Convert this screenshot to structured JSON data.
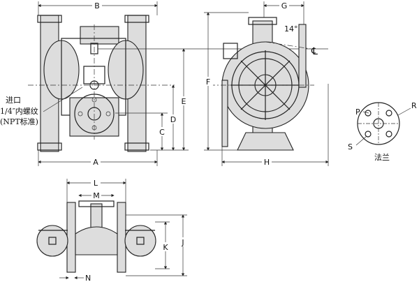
{
  "dimensions": {
    "A": "A",
    "B": "B",
    "C": "C",
    "D": "D",
    "E": "E",
    "F": "F",
    "G": "G",
    "H": "H",
    "J": "J",
    "K": "K",
    "L": "L",
    "M": "M",
    "N": "N",
    "P": "P",
    "R": "R",
    "S": "S"
  },
  "angle": "14°",
  "centerline_symbol": "℄",
  "inlet": {
    "line1": "进口",
    "line2": "1/4″内螺纹",
    "line3": "(NPT标准)"
  },
  "flange_label": "法兰"
}
